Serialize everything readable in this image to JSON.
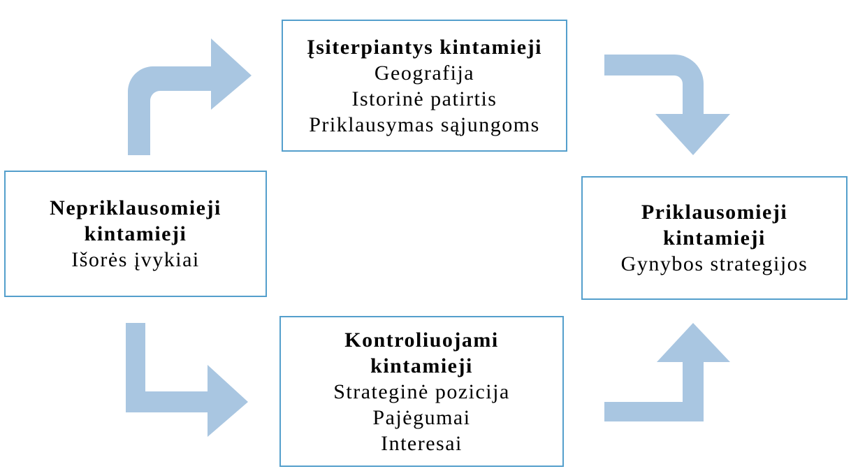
{
  "diagram": {
    "colors": {
      "background": "#ffffff",
      "box_border": "#549fcc",
      "arrow_fill": "#a9c6e1",
      "text": "#000000"
    },
    "boxes": {
      "intervening": {
        "title_lines": [
          "Įsiterpiantys kintamieji"
        ],
        "items": [
          "Geografija",
          "Istorinė patirtis",
          "Priklausymas sąjungoms"
        ]
      },
      "independent": {
        "title_lines": [
          "Nepriklausomieji",
          "kintamieji"
        ],
        "items": [
          "Išorės įvykiai"
        ]
      },
      "dependent": {
        "title_lines": [
          "Priklausomieji",
          "kintamieji"
        ],
        "items": [
          "Gynybos strategijos"
        ]
      },
      "controlled": {
        "title_lines": [
          "Kontroliuojami",
          "kintamieji"
        ],
        "items": [
          "Strateginė pozicija",
          "Pajėgumai",
          "Interesai"
        ]
      }
    },
    "arrows": [
      {
        "name": "left-to-top",
        "style": "rounded-elbow",
        "direction": "up-then-right"
      },
      {
        "name": "top-to-right",
        "style": "rounded-elbow",
        "direction": "right-then-down"
      },
      {
        "name": "left-to-bottom",
        "style": "sharp-elbow",
        "direction": "down-then-right"
      },
      {
        "name": "bottom-to-right",
        "style": "sharp-elbow",
        "direction": "right-then-up"
      }
    ]
  }
}
